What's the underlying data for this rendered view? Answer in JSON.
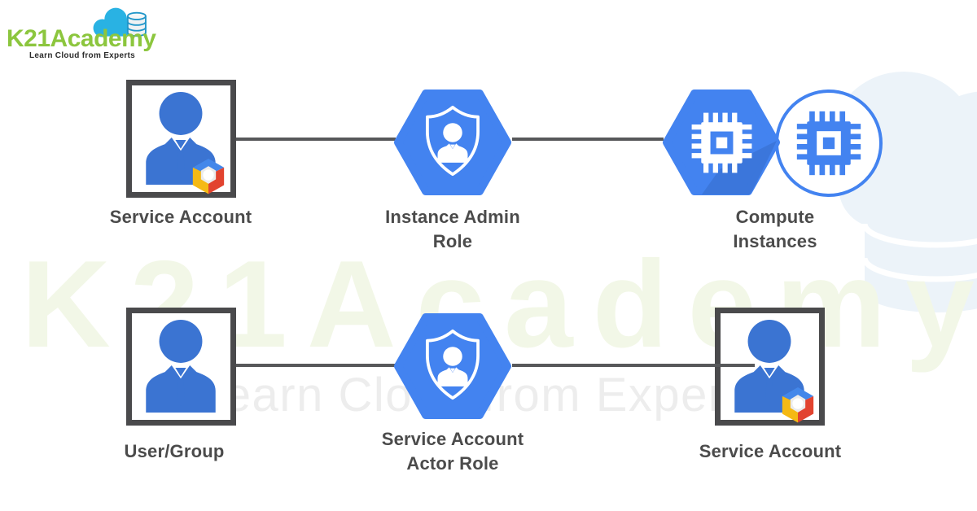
{
  "logo": {
    "brand": "K21Academy",
    "tagline": "Learn Cloud from Experts"
  },
  "watermark": {
    "brand": "K21Academy",
    "tagline": "Learn Cloud from Experts"
  },
  "colors": {
    "hexagon_blue": "#4383f0",
    "person_blue": "#3b74d2",
    "connector_gray": "#57585a",
    "box_border": "#4a4a4c",
    "label_color": "#4b4b4b",
    "brand_green": "#8cc63e",
    "logo_cloud_blue": "#29b2e3",
    "logo_db_line": "#2196c9",
    "gcp_blue": "#4387ea",
    "gcp_red": "#e2432f",
    "gcp_yellow": "#f5b914",
    "wm_green": "#f2f7e7",
    "wm_gray": "#ededed",
    "wm_blue": "#ecf3f9"
  },
  "icons": {
    "person": "person-icon",
    "role": "shield-person-hexagon-icon",
    "compute": "cpu-chip-icon",
    "service_account_badge": "gcp-hexagon-badge-icon",
    "logo_mark": "cloud-database-icon"
  },
  "diagram": {
    "rows": [
      {
        "source": {
          "label": "Service Account"
        },
        "role": {
          "line1": "Instance Admin",
          "line2": "Role"
        },
        "target": {
          "line1": "Compute",
          "line2": "Instances"
        }
      },
      {
        "source": {
          "label": "User/Group"
        },
        "role": {
          "line1": "Service Account",
          "line2": "Actor Role"
        },
        "target": {
          "label": "Service Account"
        }
      }
    ]
  }
}
